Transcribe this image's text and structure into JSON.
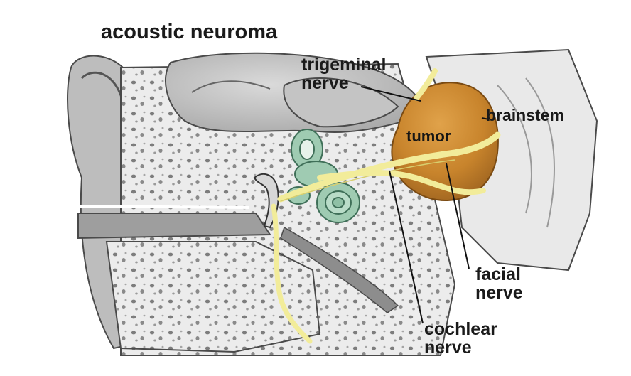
{
  "title": "acoustic neuroma",
  "labels": {
    "trigeminal_line1": "trigeminal",
    "trigeminal_line2": "nerve",
    "brainstem": "brainstem",
    "tumor": "tumor",
    "facial_line1": "facial",
    "facial_line2": "nerve",
    "cochlear_line1": "cochlear",
    "cochlear_line2": "nerve"
  },
  "colors": {
    "tumor": "#c8842c",
    "nerve": "#f2ec9a",
    "inner_ear": "#9fcbb2",
    "bone": "#eeeeee",
    "tissue": "#c9c9c9",
    "outline": "#4a4a4a"
  }
}
